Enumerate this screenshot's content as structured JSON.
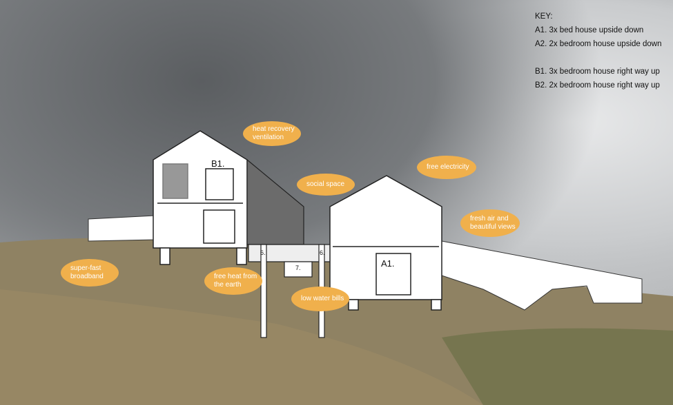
{
  "key": {
    "title": "KEY:",
    "items": [
      "A1. 3x bed house upside down",
      "A2. 2x bedroom house upside down",
      "B1. 3x bedroom house right way up",
      "B2. 2x bedroom house right way up"
    ]
  },
  "bubbles": {
    "heat_recovery": "heat recovery ventilation",
    "social_space": "social space",
    "free_electricity": "free electricity",
    "fresh_air": "fresh air and beautiful views",
    "broadband": "super-fast broadband",
    "free_heat": "free heat from the earth",
    "water_bills": "low water bills"
  },
  "labels": {
    "b1": "B1.",
    "a1": "A1.",
    "six_left": "6.",
    "six_right": "6.",
    "seven": "7."
  },
  "colors": {
    "bubble": "#f0b04c",
    "sketch": "#ffffff"
  }
}
